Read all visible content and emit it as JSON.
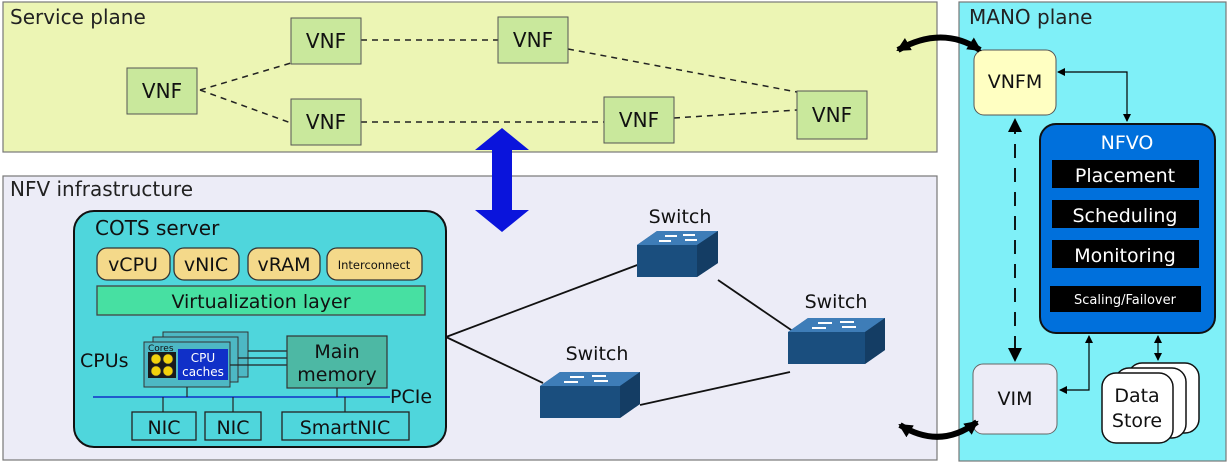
{
  "service_plane": {
    "title": "Service plane",
    "vnfs": [
      "VNF",
      "VNF",
      "VNF",
      "VNF",
      "VNF",
      "VNF"
    ]
  },
  "nfv_infrastructure": {
    "title": "NFV infrastructure",
    "cots_server": {
      "title": "COTS server",
      "virtual_resources": [
        "vCPU",
        "vNIC",
        "vRAM",
        "Interconnect"
      ],
      "virtualization_layer": "Virtualization layer",
      "cpus_label": "CPUs",
      "cores_label": "Cores",
      "cpu_caches_line1": "CPU",
      "cpu_caches_line2": "caches",
      "main_memory_line1": "Main",
      "main_memory_line2": "memory",
      "pcie_label": "PCIe",
      "nics": [
        "NIC",
        "NIC",
        "SmartNIC"
      ]
    },
    "switches": [
      "Switch",
      "Switch",
      "Switch"
    ]
  },
  "mano_plane": {
    "title": "MANO plane",
    "vnfm": "VNFM",
    "nfvo": {
      "title": "NFVO",
      "functions": [
        "Placement",
        "Scheduling",
        "Monitoring",
        "Scaling/Failover"
      ]
    },
    "vim": "VIM",
    "data_store_line1": "Data",
    "data_store_line2": "Store"
  },
  "colors": {
    "service_plane_bg": "#ecf5b4",
    "vnf_box": "#c9e89c",
    "infra_bg": "#ececf7",
    "cots_bg": "#4fd6dc",
    "virtual_resource": "#f4d98a",
    "virtualization_layer": "#47e0a2",
    "mano_bg": "#7ff0f8",
    "vnfm_bg": "#ffffc2",
    "nfvo_bg": "#0070dc",
    "blue_arrow": "#0a14dc"
  }
}
